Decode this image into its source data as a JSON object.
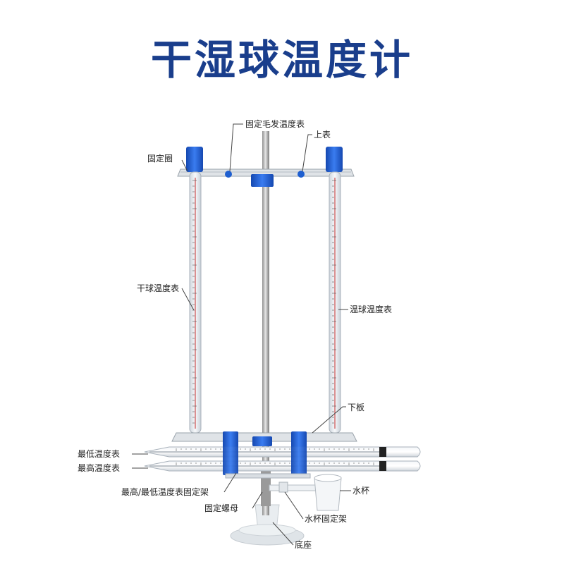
{
  "title": "干湿球温度计",
  "labels": {
    "hair_hygrometer": "固定毛发温度表",
    "upper_plate": "上表",
    "fixing_ring": "固定圈",
    "dry_bulb": "干球温度表",
    "wet_bulb": "温球温度表",
    "lower_plate": "下板",
    "min_thermometer": "最低温度表",
    "max_thermometer": "最高温度表",
    "minmax_holder": "最高/最低温度表固定架",
    "water_cup": "水杯",
    "fixing_nut": "固定螺母",
    "cup_holder": "水杯固定架",
    "base": "底座"
  },
  "colors": {
    "title": "#1a3e8c",
    "blue_part": "#1f5fd0",
    "rod": "#b8b8b8",
    "glass": "#e9eef3",
    "base": "#e8ecef"
  }
}
